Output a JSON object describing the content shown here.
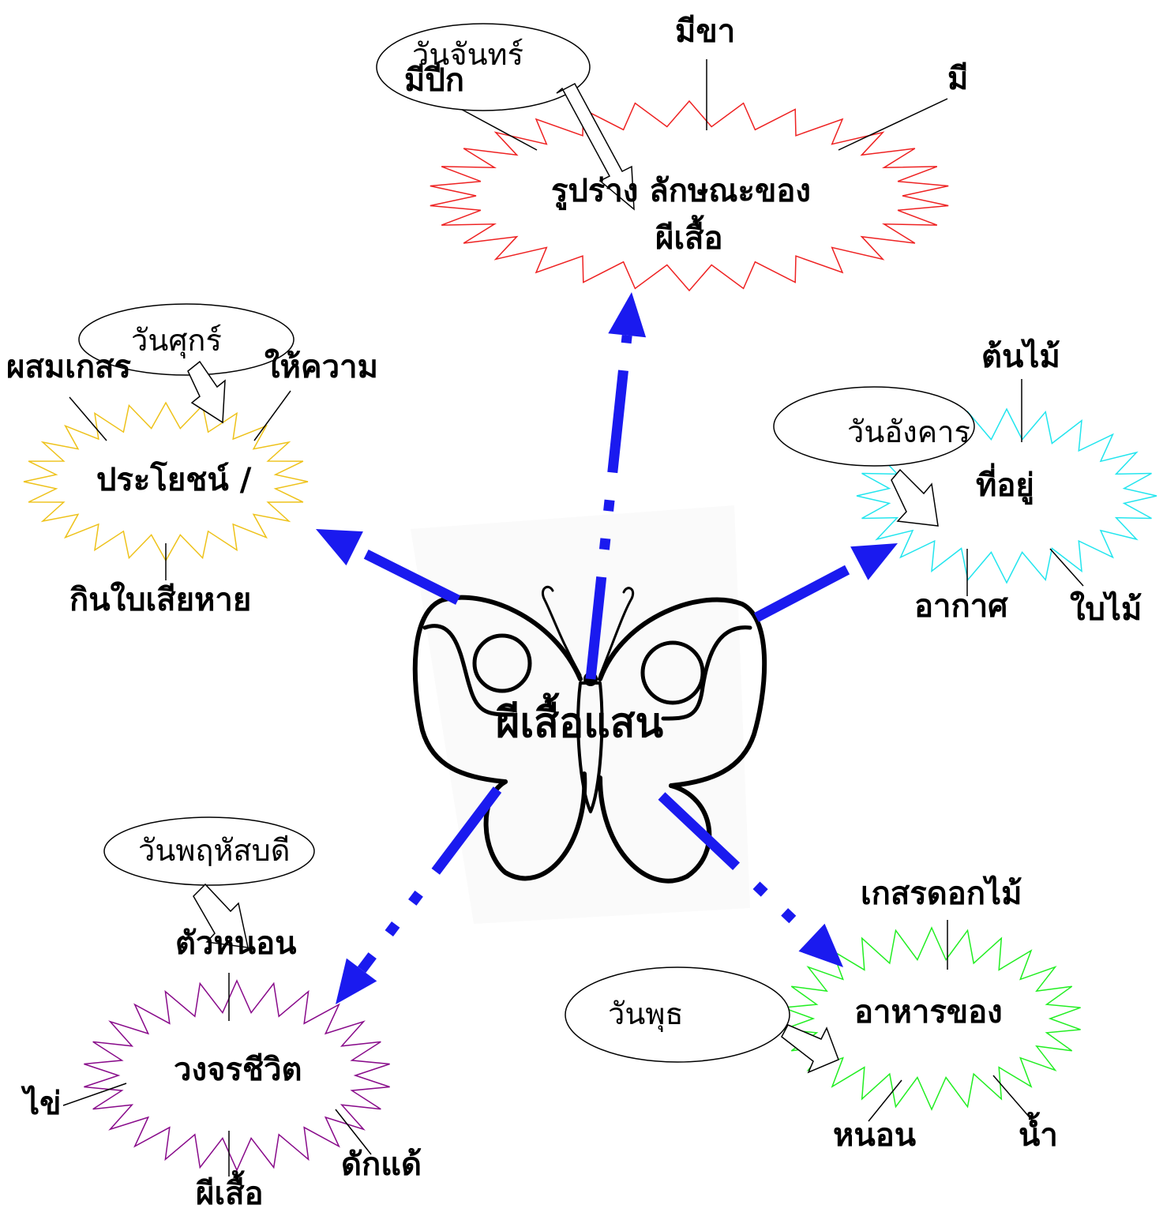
{
  "center": {
    "title": "ผีเสื้อแสน"
  },
  "colors": {
    "arrow": "#1a1aef",
    "appearance": "#ee2222",
    "habitat": "#22e5ee",
    "benefit": "#eec21a",
    "lifecycle": "#880a8a",
    "food": "#22ee22"
  },
  "nodes": {
    "appearance": {
      "title_line1": "รูปร่าง ลักษณะของ",
      "title_line2": "ผีเสื้อ",
      "day": "วันจันทร์",
      "branches": [
        "มีปีก",
        "มีขา",
        "มี"
      ]
    },
    "habitat": {
      "title": "ที่อยู่",
      "day": "วันอังคาร",
      "branches": [
        "ต้นไม้",
        "อากาศ",
        "ใบไม้"
      ]
    },
    "benefit": {
      "title": "ประโยชน์ /",
      "day": "วันศุกร์",
      "branches": [
        "ผสมเกสร",
        "ให้ความ",
        "กินใบเสียหาย"
      ]
    },
    "lifecycle": {
      "title": "วงจรชีวิต",
      "day": "วันพฤหัสบดี",
      "branches": [
        "ตัวหนอน",
        "ไข่",
        "ดักแด้",
        "ผีเสื้อ"
      ]
    },
    "food": {
      "title": "อาหารของ",
      "day": "วันพุธ",
      "branches": [
        "เกสรดอกไม้",
        "หนอน",
        "น้ำ"
      ]
    }
  }
}
